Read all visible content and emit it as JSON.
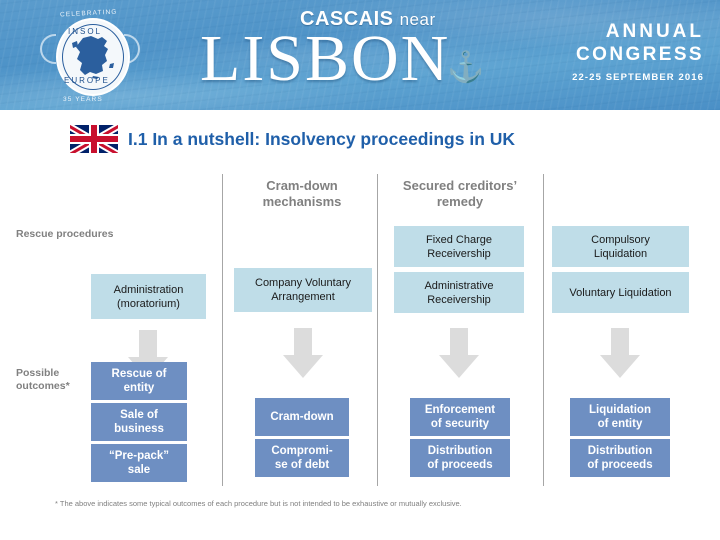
{
  "banner": {
    "logo": {
      "top_text": "CELEBRATING",
      "brand_top": "INSOL",
      "brand_bottom": "EUROPE",
      "bottom_text": "35 YEARS",
      "icon": "insol-europe-logo"
    },
    "city_small": "CASCAIS",
    "city_small_suffix": "near",
    "city_large": "LISBON",
    "anchor_icon": "anchor-icon",
    "congress_line1": "ANNUAL",
    "congress_line2": "CONGRESS",
    "congress_dates": "22-25 SEPTEMBER 2016"
  },
  "title": {
    "flag_icon": "uk-flag-icon",
    "text": "I.1 In a nutshell: Insolvency proceedings in UK",
    "accent_color": "#1f5fa9"
  },
  "diagram": {
    "column_headers": [
      {
        "label": "Cram-down\nmechanisms",
        "line1": "Cram-down",
        "line2": "mechanisms"
      },
      {
        "label": "Secured creditors’ remedy",
        "line1": "Secured creditors’",
        "line2": "remedy"
      }
    ],
    "row_labels": {
      "rescue": "Rescue procedures",
      "outcomes_line1": "Possible",
      "outcomes_line2": "outcomes*"
    },
    "colors": {
      "procedure_box": "#bfdde8",
      "outcome_box": "#6e8fc2",
      "separator": "#a6a6a6",
      "arrow": "#dcdcdc",
      "label_gray": "#808080"
    },
    "columns": [
      {
        "name": "administration",
        "procedures": [
          {
            "line1": "Administration",
            "line2": "(moratorium)"
          }
        ],
        "outcomes": [
          {
            "line1": "Rescue of",
            "line2": "entity"
          },
          {
            "line1": "Sale of",
            "line2": "business"
          },
          {
            "line1": "“Pre-pack”",
            "line2": "sale"
          }
        ]
      },
      {
        "name": "cram-down-mechanisms",
        "procedures": [
          {
            "line1": "Company Voluntary",
            "line2": "Arrangement"
          }
        ],
        "outcomes": [
          {
            "line1": "Cram-down",
            "line2": ""
          },
          {
            "line1": "Compromi-",
            "line2": "se of debt"
          }
        ]
      },
      {
        "name": "secured-creditors-remedy",
        "procedures": [
          {
            "line1": "Fixed Charge",
            "line2": "Receivership"
          },
          {
            "line1": "Administrative",
            "line2": "Receivership"
          }
        ],
        "outcomes": [
          {
            "line1": "Enforcement",
            "line2": "of security"
          },
          {
            "line1": "Distribution",
            "line2": "of proceeds"
          }
        ]
      },
      {
        "name": "liquidation",
        "procedures": [
          {
            "line1": "Compulsory",
            "line2": "Liquidation"
          },
          {
            "line1": "Voluntary Liquidation",
            "line2": ""
          }
        ],
        "outcomes": [
          {
            "line1": "Liquidation",
            "line2": "of entity"
          },
          {
            "line1": "Distribution",
            "line2": "of proceeds"
          }
        ]
      }
    ]
  },
  "footnote": "* The above indicates some typical outcomes of each procedure but is not intended to be exhaustive or mutually exclusive."
}
